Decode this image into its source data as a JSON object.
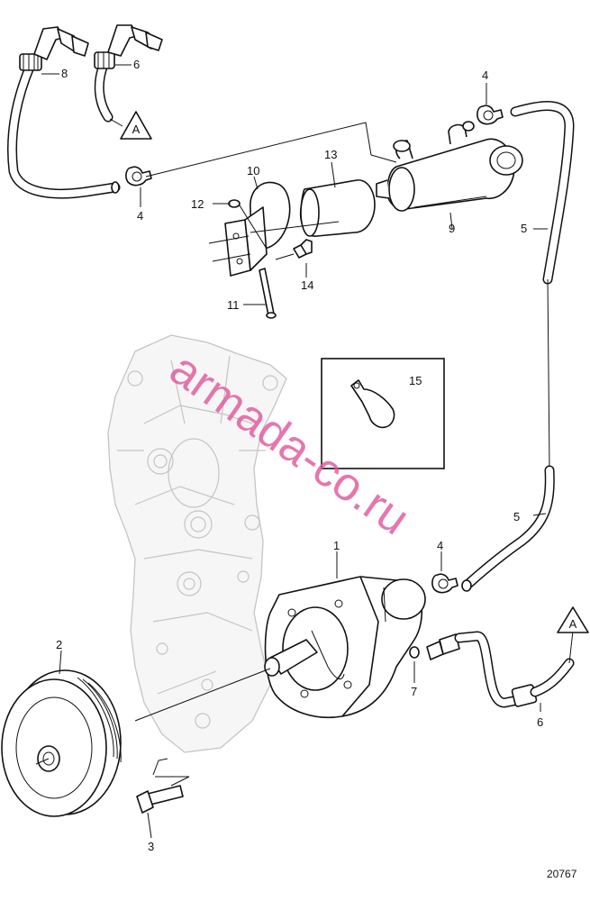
{
  "callouts": {
    "c1": "1",
    "c2": "2",
    "c3": "3",
    "c4a": "4",
    "c4b": "4",
    "c4c": "4",
    "c5a": "5",
    "c5b": "5",
    "c6a": "6",
    "c6b": "6",
    "c7": "7",
    "c8": "8",
    "c9": "9",
    "c10": "10",
    "c11": "11",
    "c12": "12",
    "c13": "13",
    "c14": "14",
    "c15": "15"
  },
  "connection_markers": {
    "top": "A",
    "bottom": "A"
  },
  "watermark": "armada-co.ru",
  "figure_number": "20767",
  "colors": {
    "line": "#111111",
    "ghost": "#c4c4c4",
    "watermark": "#e0559a"
  }
}
